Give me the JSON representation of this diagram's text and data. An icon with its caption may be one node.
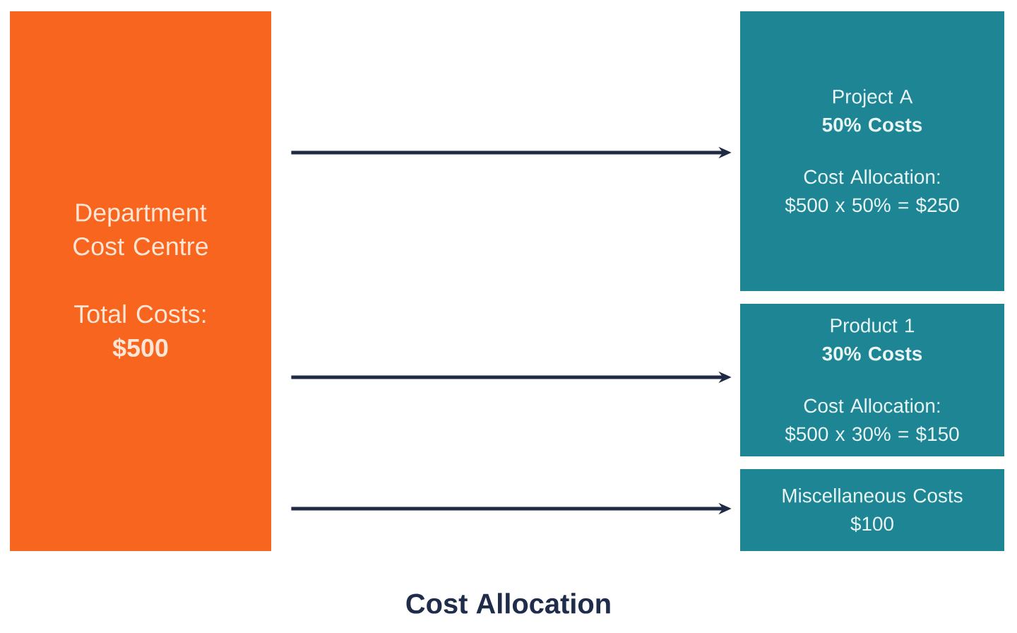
{
  "diagram": {
    "caption": "Cost Allocation",
    "nodes": [
      {
        "text": [
          "Department Cost Centre",
          "Total Costs:",
          "$500"
        ]
      },
      {
        "text": [
          "Project A",
          "50% Costs",
          "Cost Allocation: $500 x 50% = $250"
        ]
      },
      {
        "text": [
          "Product 1",
          "30% Costs",
          "Cost Allocation: $500 x 30% = $150"
        ]
      },
      {
        "text": [
          "Miscellaneous Costs",
          "$100"
        ]
      }
    ],
    "edges": [
      {
        "from": 0,
        "to": 1,
        "arrow": "to"
      },
      {
        "from": 0,
        "to": 2,
        "arrow": "to"
      },
      {
        "from": 0,
        "to": 3,
        "arrow": "to"
      }
    ]
  }
}
